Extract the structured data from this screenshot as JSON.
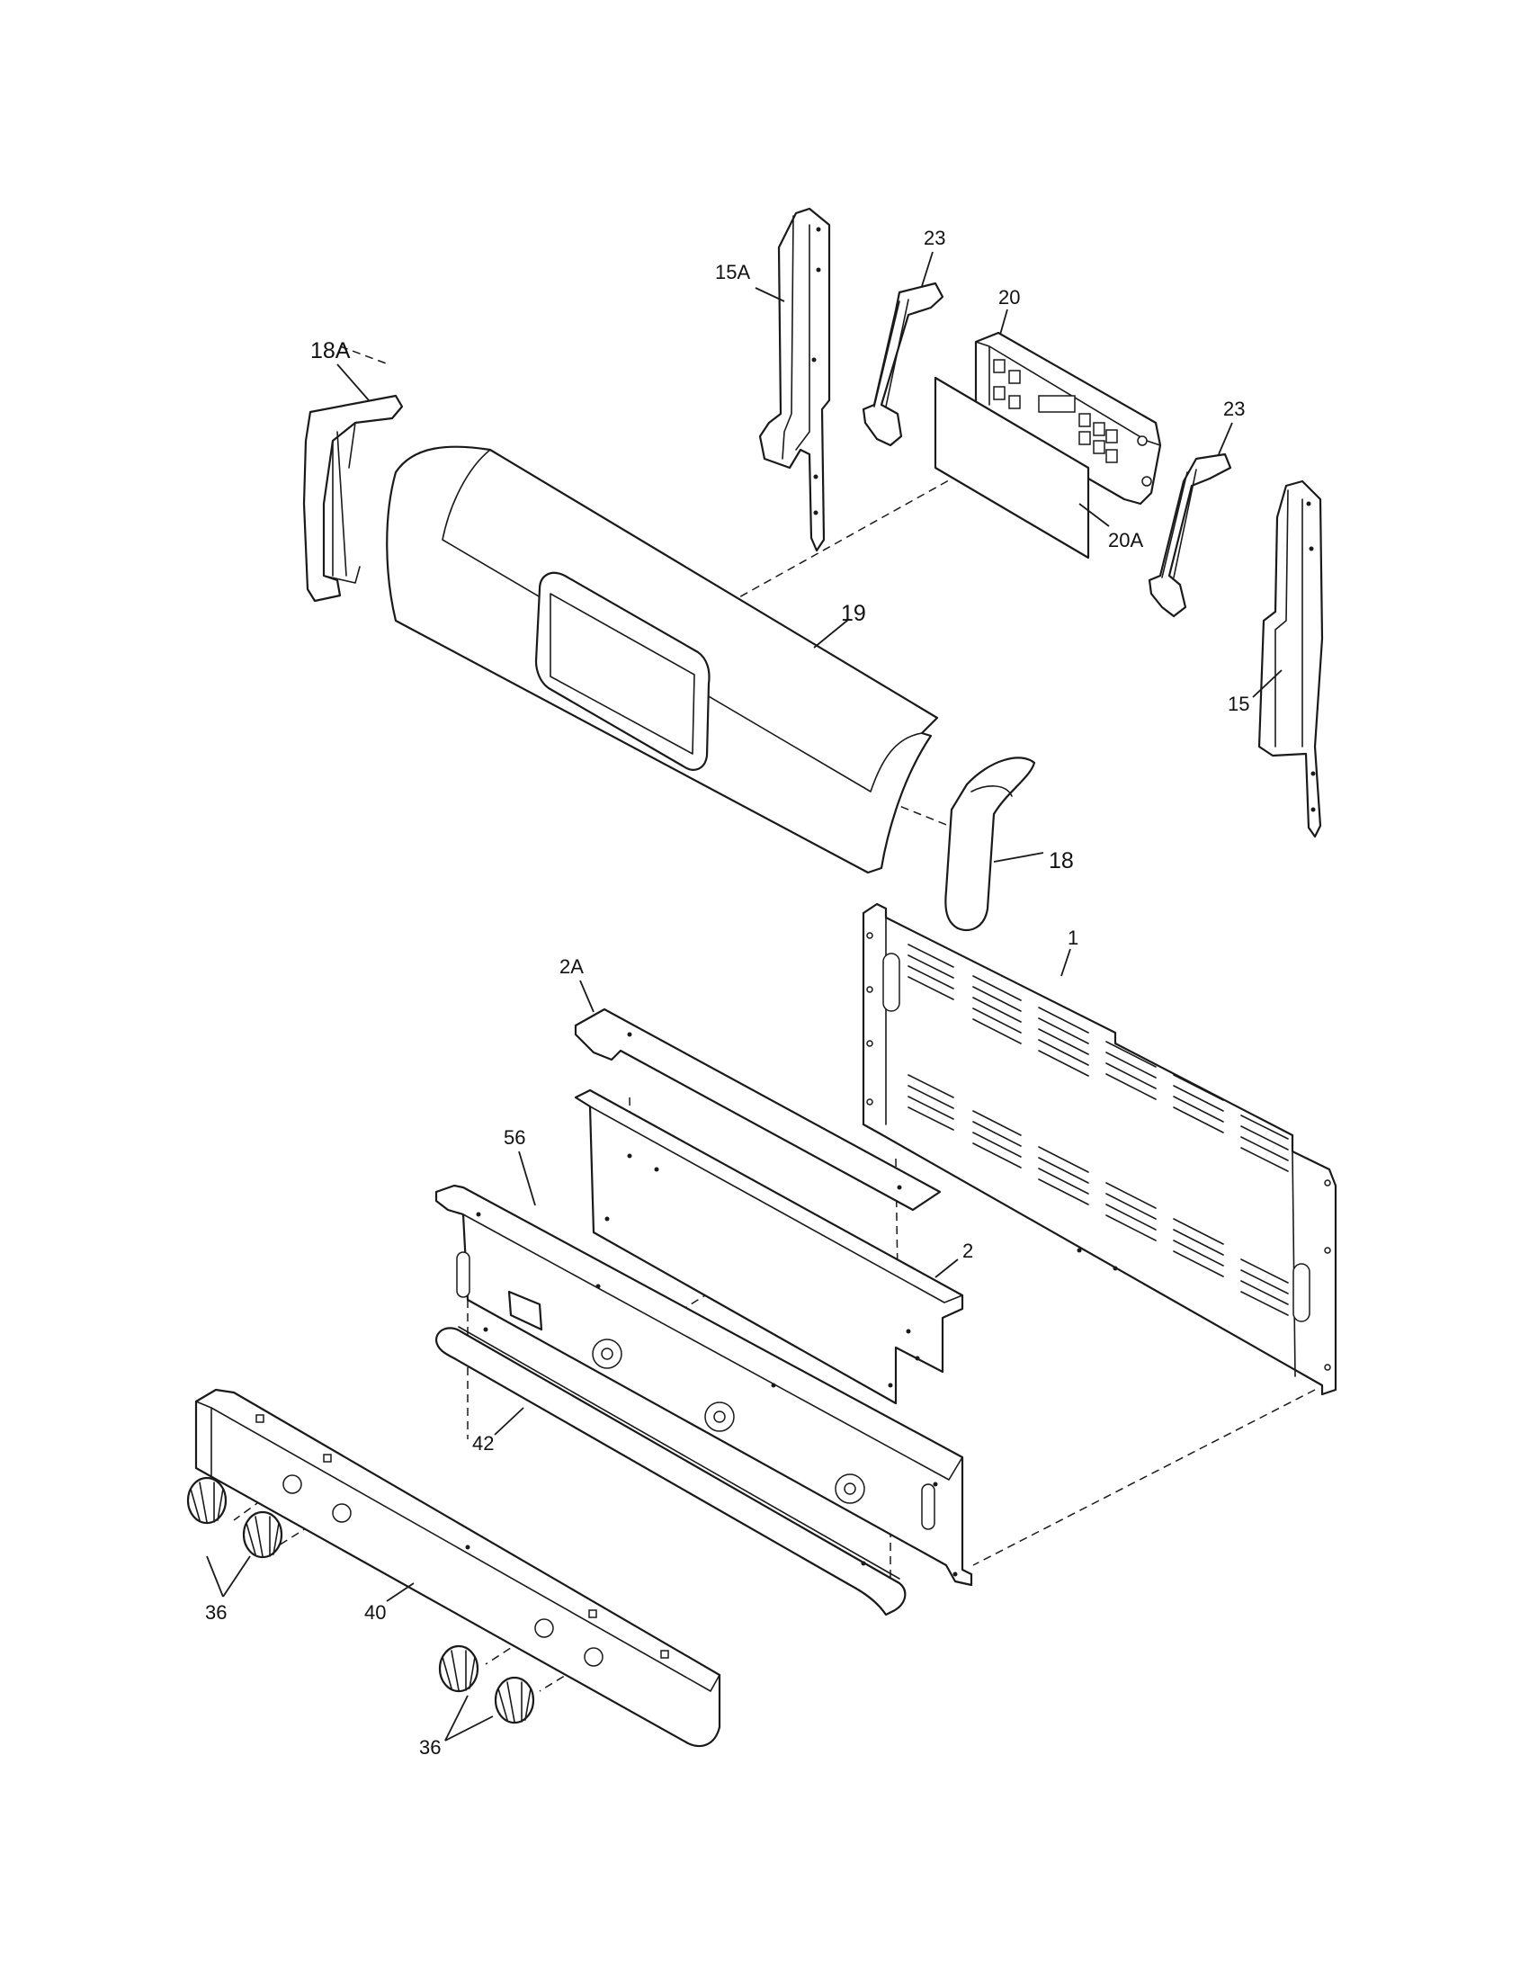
{
  "callouts": {
    "part_15a": "15A",
    "part_23_left": "23",
    "part_20": "20",
    "part_18a": "18A",
    "part_23_right": "23",
    "part_20a": "20A",
    "part_19": "19",
    "part_15": "15",
    "part_18": "18",
    "part_2a": "2A",
    "part_1": "1",
    "part_56": "56",
    "part_2": "2",
    "part_42": "42",
    "part_40": "40",
    "part_36_left": "36",
    "part_36_bottom": "36"
  }
}
